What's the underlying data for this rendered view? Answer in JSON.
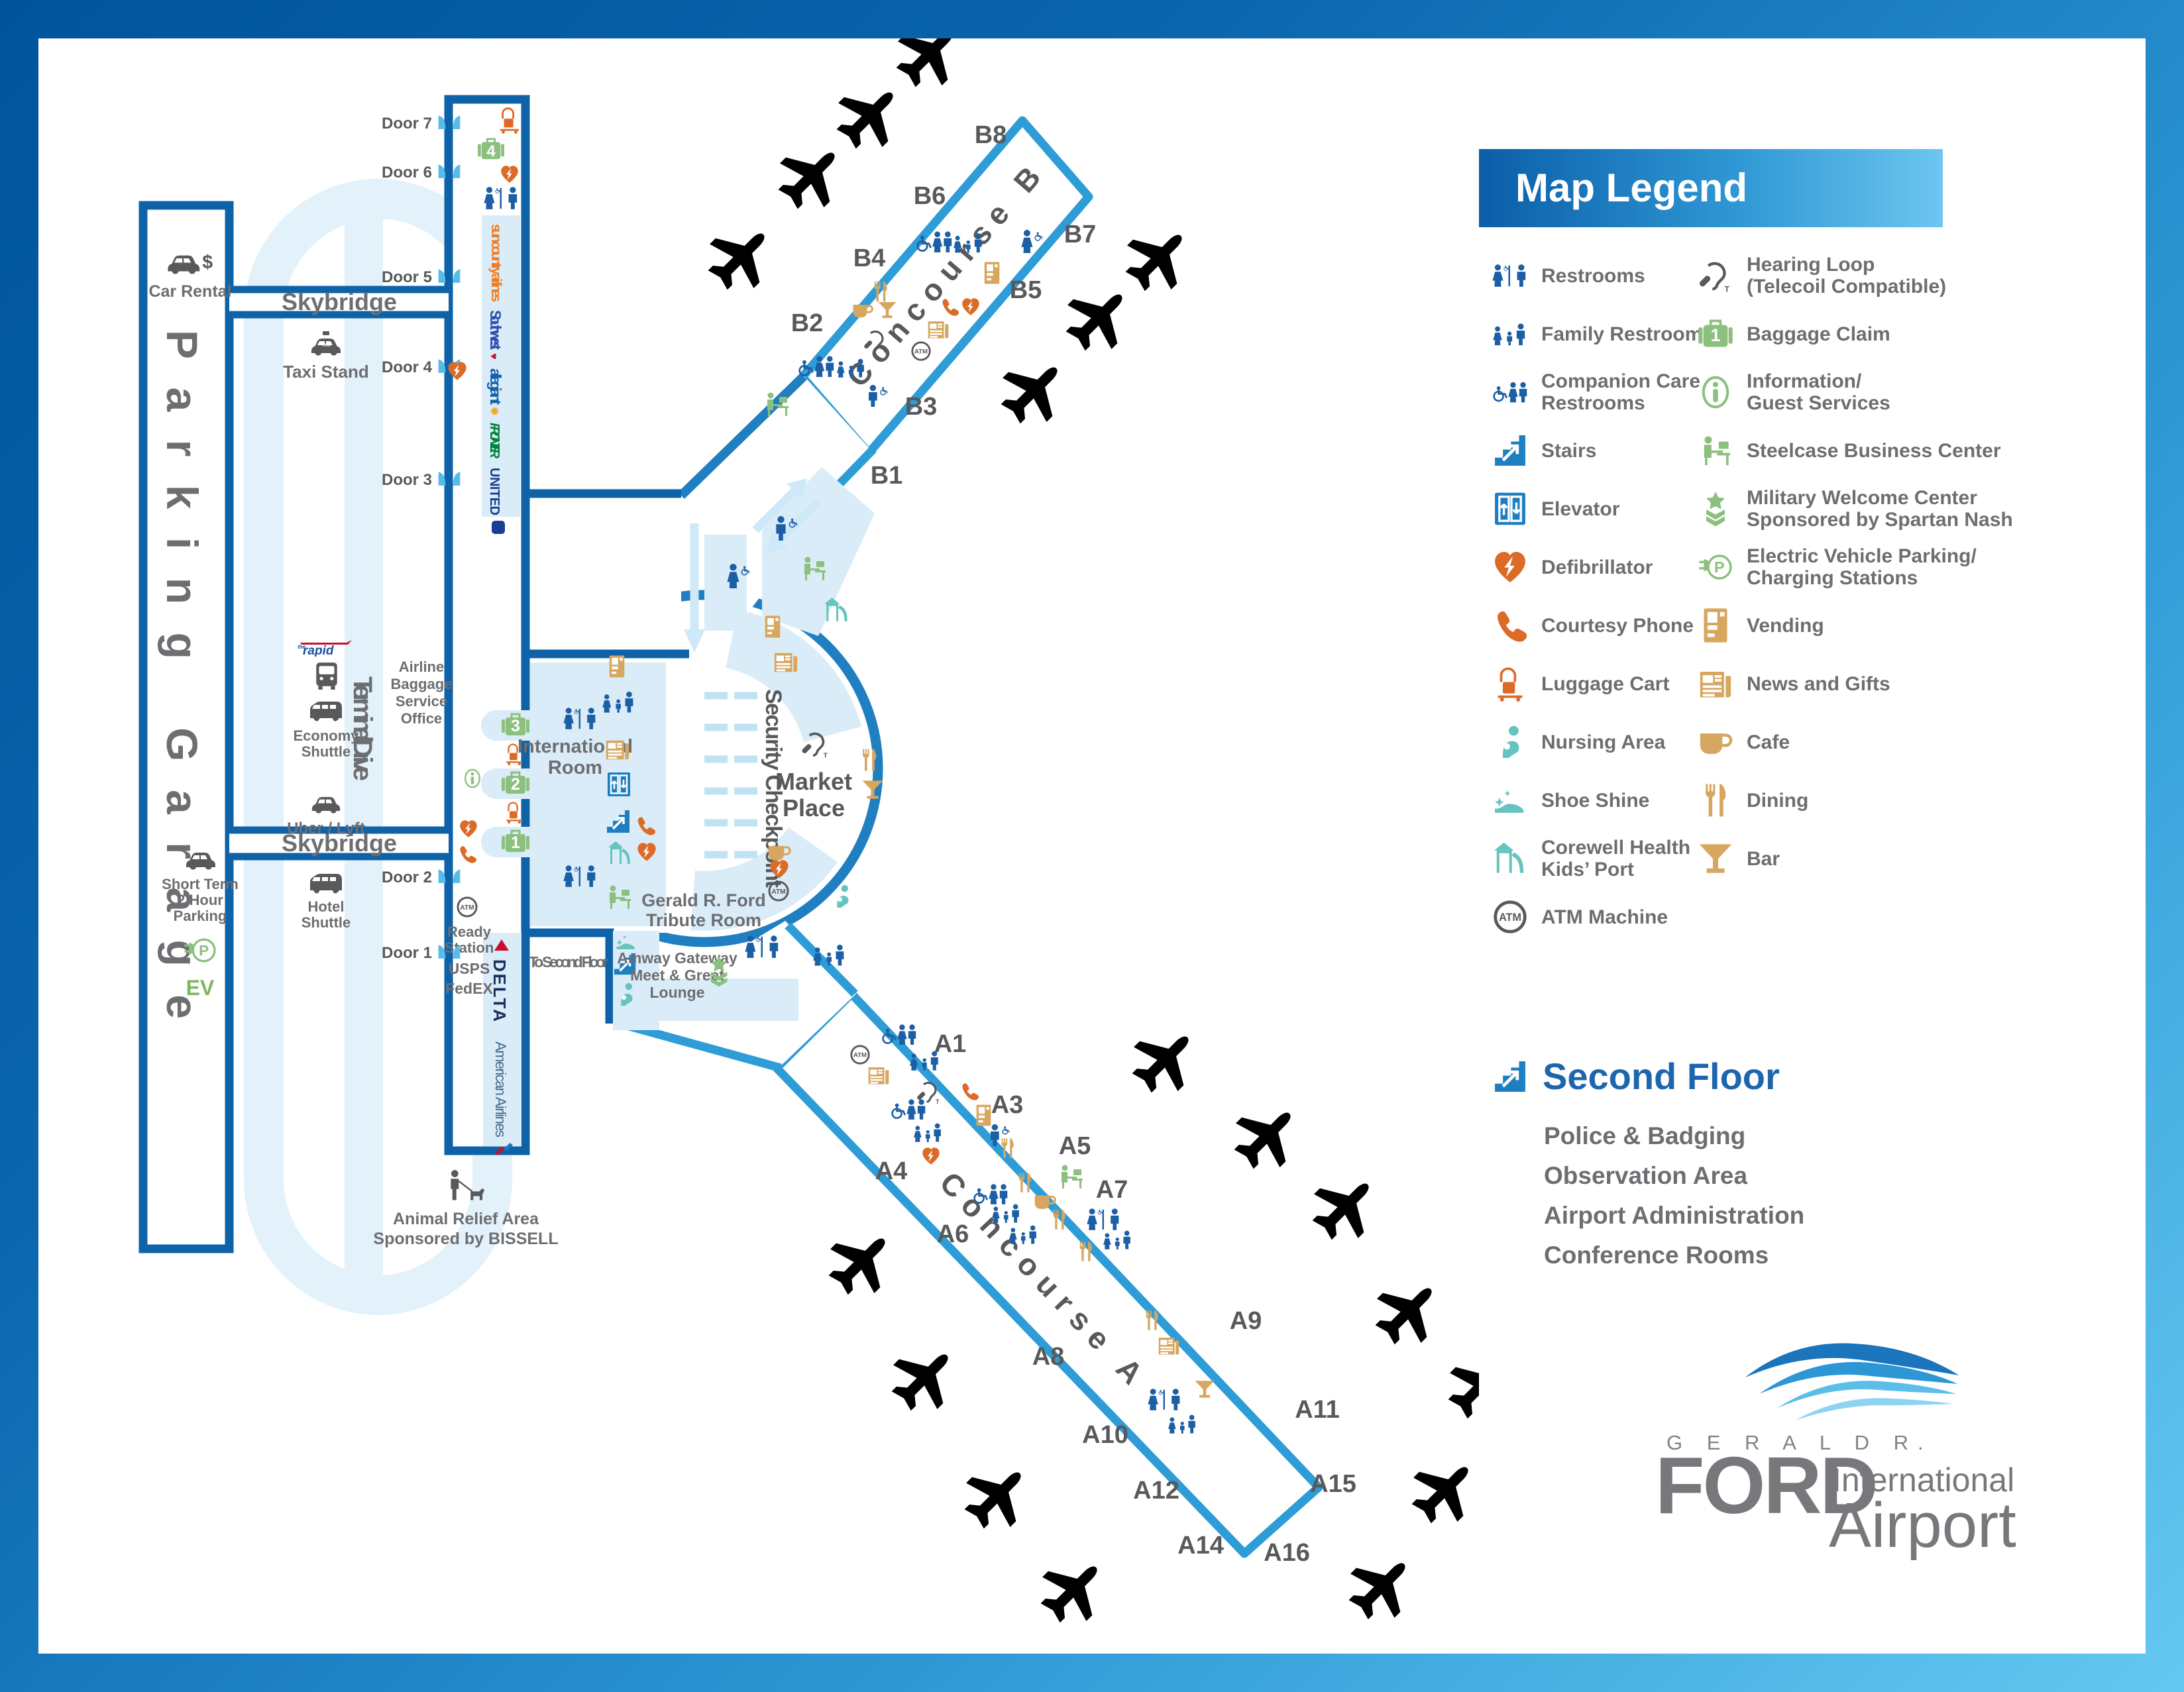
{
  "legend": {
    "title": "Map Legend",
    "left": [
      {
        "icon": "restrooms-icon",
        "label": "Restrooms"
      },
      {
        "icon": "family-restroom-icon",
        "label": "Family Restroom"
      },
      {
        "icon": "companion-care-icon",
        "label": "Companion Care",
        "label2": "Restrooms"
      },
      {
        "icon": "stairs-icon",
        "label": "Stairs"
      },
      {
        "icon": "elevator-icon",
        "label": "Elevator"
      },
      {
        "icon": "defibrillator-icon",
        "label": "Defibrillator"
      },
      {
        "icon": "courtesy-phone-icon",
        "label": "Courtesy Phone"
      },
      {
        "icon": "luggage-cart-icon",
        "label": "Luggage Cart"
      },
      {
        "icon": "nursing-area-icon",
        "label": "Nursing Area"
      },
      {
        "icon": "shoe-shine-icon",
        "label": "Shoe Shine"
      },
      {
        "icon": "kids-port-icon",
        "label": "Corewell Health",
        "label2": "Kids’ Port"
      },
      {
        "icon": "atm-icon",
        "label": "ATM Machine"
      }
    ],
    "right": [
      {
        "icon": "hearing-loop-icon",
        "label": "Hearing Loop",
        "label2": "(Telecoil Compatible)"
      },
      {
        "icon": "baggage-claim-icon",
        "label": "Baggage Claim",
        "badge": "1"
      },
      {
        "icon": "information-icon",
        "label": "Information/",
        "label2": "Guest Services"
      },
      {
        "icon": "business-center-icon",
        "label": "Steelcase Business Center"
      },
      {
        "icon": "military-icon",
        "label": "Military Welcome Center",
        "label2": "Sponsored by Spartan Nash"
      },
      {
        "icon": "ev-icon",
        "label": "Electric Vehicle Parking/",
        "label2": "Charging Stations"
      },
      {
        "icon": "vending-icon",
        "label": "Vending"
      },
      {
        "icon": "news-icon",
        "label": "News and Gifts"
      },
      {
        "icon": "cafe-icon",
        "label": "Cafe"
      },
      {
        "icon": "dining-icon",
        "label": "Dining"
      },
      {
        "icon": "bar-icon",
        "label": "Bar"
      }
    ]
  },
  "second_floor": {
    "title": "Second Floor",
    "items": [
      "Police & Badging",
      "Observation Area",
      "Airport Administration",
      "Conference Rooms"
    ]
  },
  "logo": {
    "top": "G E R A L D  R.",
    "name": "FORD",
    "mid": "International",
    "bottom": "Airport"
  },
  "map": {
    "parking": {
      "title": "Parking Garage",
      "car_rental": "Car Rental",
      "dollar": "$",
      "short_term": [
        "Short Term",
        "2 Hour",
        "Parking"
      ],
      "ev": "EV"
    },
    "drive": {
      "title": "Terminal Drive",
      "taxi": "Taxi Stand",
      "rapid": "The Rapid",
      "economy": [
        "Economy",
        "Shuttle"
      ],
      "uber": "Uber / Lyft",
      "hotel": [
        "Hotel",
        "Shuttle"
      ],
      "office": [
        "Airline",
        "Baggage",
        "Service",
        "Office"
      ]
    },
    "skybridge": "Skybridge",
    "doors": [
      "Door 7",
      "Door 6",
      "Door 5",
      "Door 4",
      "Door 3",
      "Door 2",
      "Door 1"
    ],
    "airlines": {
      "suncountry": "sun country airlines",
      "southwest": "Southwest",
      "southwest_heart": "♥",
      "allegiant": "allegiant",
      "allegiant_sun": "✹",
      "frontier": "FRONTIER",
      "united": "UNITED",
      "delta": "DELTA",
      "american": "American Airlines"
    },
    "claims": [
      "4",
      "3",
      "2",
      "1"
    ],
    "services": {
      "ready": [
        "Ready",
        "Station"
      ],
      "usps": "USPS",
      "fedex": "FedEX",
      "second_floor": "To Second Floor",
      "animal": [
        "Animal Relief Area",
        "Sponsored by BISSELL"
      ],
      "tribute": [
        "Gerald R. Ford",
        "Tribute Room"
      ],
      "amway": [
        "Amway Gateway",
        "Meet & Greet",
        "Lounge"
      ],
      "international": [
        "International",
        "Room"
      ],
      "security": "Security Checkpoint",
      "market": [
        "Market",
        "Place"
      ],
      "atm": "ATM"
    },
    "concourse_b": {
      "label": "Concourse B",
      "gates": [
        "B1",
        "B2",
        "B3",
        "B4",
        "B5",
        "B6",
        "B7",
        "B8"
      ]
    },
    "concourse_a": {
      "label": "Concourse A",
      "gates": [
        "A1",
        "A3",
        "A4",
        "A5",
        "A6",
        "A7",
        "A8",
        "A9",
        "A10",
        "A11",
        "A12",
        "A14",
        "A15",
        "A16"
      ]
    }
  },
  "colors": {
    "frame_start": "#00549B",
    "frame_end": "#65C8F1",
    "map_outline": "#0E62A8",
    "concourse_outline": "#2E9CD6",
    "light_fill": "#D9ECF8",
    "gray_text": "#6D6E71",
    "icon_blue": "#1D5FA5",
    "green": "#8CC07E",
    "orange": "#DC6B28",
    "teal": "#66C4C0",
    "tan": "#D7A65F",
    "door_blue": "#59BBE9",
    "plane_blue": "#BCDFF2"
  }
}
